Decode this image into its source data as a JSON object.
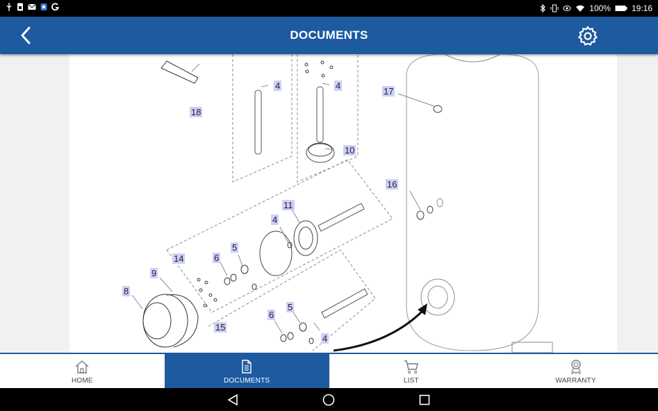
{
  "status_bar": {
    "left_icons": [
      "usb-icon",
      "sim-icon",
      "mail-icon",
      "shield-icon",
      "google-icon"
    ],
    "right_icons": [
      "bluetooth-icon",
      "vibrate-icon",
      "eye-icon",
      "wifi-icon",
      "battery-icon"
    ],
    "battery": "100%",
    "time": "19:16"
  },
  "header": {
    "title": "DOCUMENTS",
    "back_icon": "chevron-left-icon",
    "settings_icon": "gear-icon",
    "color": "#1d5aa0"
  },
  "diagram": {
    "callouts": [
      "18",
      "4",
      "4",
      "17",
      "10",
      "16",
      "11",
      "4",
      "5",
      "14",
      "6",
      "9",
      "8",
      "5",
      "6",
      "15",
      "4"
    ],
    "highlight_color": "#cdd0f2"
  },
  "bottom_nav": {
    "active_index": 1,
    "tabs": [
      {
        "label": "HOME",
        "icon": "home-icon"
      },
      {
        "label": "DOCUMENTS",
        "icon": "document-icon"
      },
      {
        "label": "LIST",
        "icon": "cart-icon"
      },
      {
        "label": "WARRANTY",
        "icon": "award-icon"
      }
    ]
  },
  "system_nav": [
    "back-triangle-icon",
    "home-circle-icon",
    "recents-square-icon"
  ]
}
